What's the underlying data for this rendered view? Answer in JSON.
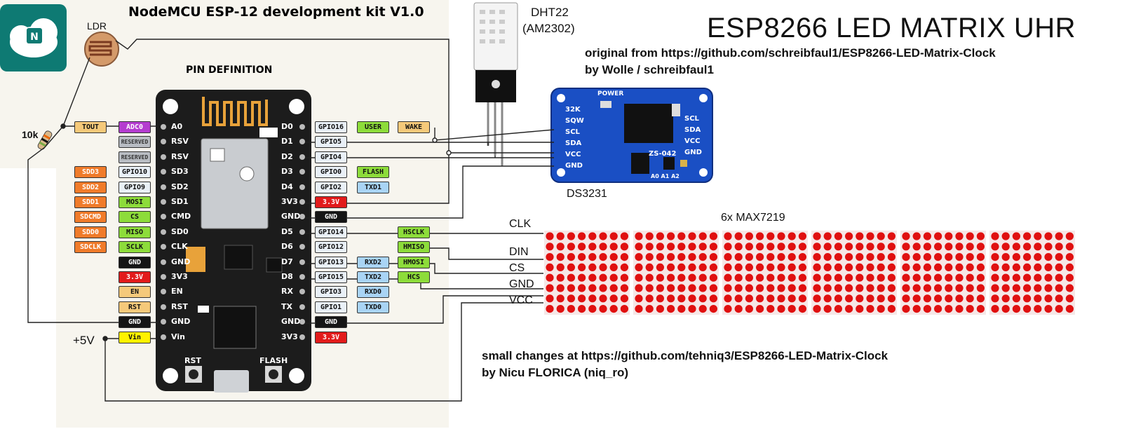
{
  "title": "ESP8266 LED MATRIX UHR",
  "credits": {
    "original_line1": "original from https://github.com/schreibfaul1/ESP8266-LED-Matrix-Clock",
    "original_line2": "by Wolle / schreibfaul1",
    "changes_line1": "small  changes at https://github.com/tehniq3/ESP8266-LED-Matrix-Clock",
    "changes_line2": "by Nicu FLORICA (niq_ro)"
  },
  "board": {
    "title": "NodeMCU ESP-12 development kit V1.0",
    "pin_definition": "PIN DEFINITION",
    "button_rst": "RST",
    "button_flash": "FLASH",
    "left_pins": [
      "A0",
      "RSV",
      "RSV",
      "SD3",
      "SD2",
      "SD1",
      "CMD",
      "SD0",
      "CLK",
      "GND",
      "3V3",
      "EN",
      "RST",
      "GND",
      "Vin"
    ],
    "right_pins": [
      "D0",
      "D1",
      "D2",
      "D3",
      "D4",
      "3V3",
      "GND",
      "D5",
      "D6",
      "D7",
      "D8",
      "RX",
      "TX",
      "GND",
      "3V3"
    ],
    "left_tags": [
      [
        "TOUT",
        "ADC0"
      ],
      [
        "RESERVED"
      ],
      [
        "RESERVED"
      ],
      [
        "SDD3",
        "GPIO10"
      ],
      [
        "SDD2",
        "GPIO9"
      ],
      [
        "SDD1",
        "MOSI"
      ],
      [
        "SDCMD",
        "CS"
      ],
      [
        "SDD0",
        "MISO"
      ],
      [
        "SDCLK",
        "SCLK"
      ],
      [
        "GND"
      ],
      [
        "3.3V"
      ],
      [
        "EN"
      ],
      [
        "RST"
      ],
      [
        "GND"
      ],
      [
        "Vin"
      ]
    ],
    "right_tags": [
      [
        "GPIO16",
        "USER",
        "WAKE"
      ],
      [
        "GPIO5"
      ],
      [
        "GPIO4"
      ],
      [
        "GPIO0",
        "FLASH"
      ],
      [
        "GPIO2",
        "TXD1"
      ],
      [
        "3.3V"
      ],
      [
        "GND"
      ],
      [
        "GPIO14",
        "HSCLK"
      ],
      [
        "GPIO12",
        "HMISO"
      ],
      [
        "GPIO13",
        "RXD2",
        "HMOSI"
      ],
      [
        "GPIO15",
        "TXD2",
        "HCS"
      ],
      [
        "GPIO3",
        "RXD0"
      ],
      [
        "GPIO1",
        "TXD0"
      ],
      [
        "GND"
      ],
      [
        "3.3V"
      ]
    ]
  },
  "components": {
    "ldr": "LDR",
    "resistor": "10k",
    "supply": "+5V",
    "dht_name": "DHT22",
    "dht_model": "(AM2302)",
    "rtc_name": "DS3231",
    "rtc_pins_left": [
      "32K",
      "SQW",
      "SCL",
      "SDA",
      "VCC",
      "GND"
    ],
    "rtc_pins_right": [
      "SCL",
      "SDA",
      "VCC",
      "GND"
    ],
    "rtc_power": "POWER",
    "rtc_chip": "ZS-042",
    "rtc_addr": "A0 A1 A2",
    "matrix_name": "6x MAX7219",
    "matrix_signals": [
      "CLK",
      "DIN",
      "CS",
      "GND",
      "VCC"
    ]
  },
  "colors": {
    "board": "#1c1c1c",
    "rtc": "#1a4fc4",
    "led": "#e01010",
    "wire": "#222222",
    "nodemcu_logo": "#0e7a73"
  }
}
